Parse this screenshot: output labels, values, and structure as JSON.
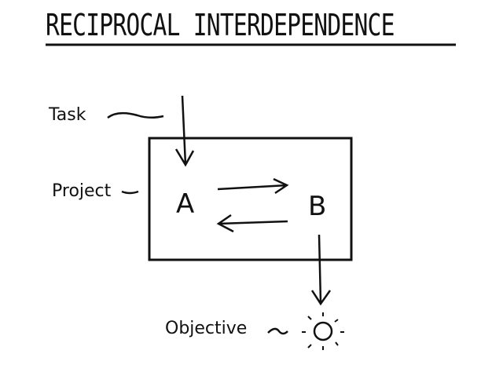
{
  "title": "RECIPROCAL INTERDEPENDENCE",
  "labels": {
    "task": "Task",
    "project": "Project",
    "objective": "Objective"
  },
  "nodes": {
    "a": "A",
    "b": "B"
  },
  "icons": {
    "objective": "sun-icon"
  }
}
